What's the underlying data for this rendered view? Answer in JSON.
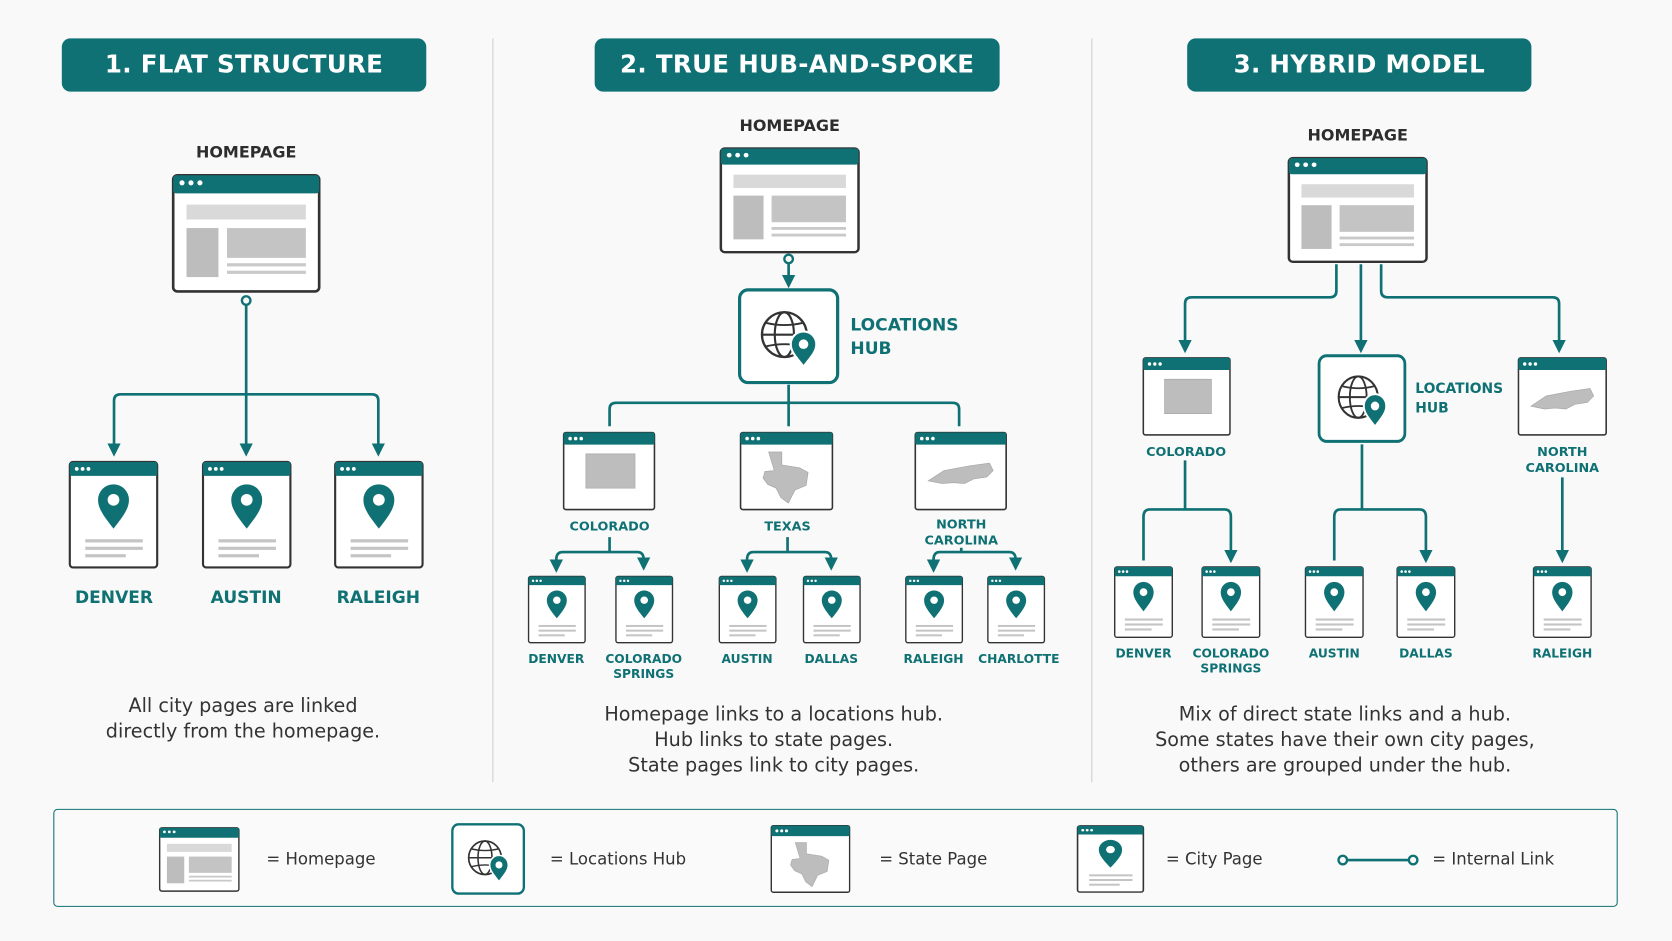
{
  "sections": [
    {
      "title": "1. FLAT STRUCTURE",
      "homepage_label": "HOMEPAGE",
      "cities": [
        "DENVER",
        "AUSTIN",
        "RALEIGH"
      ],
      "description": [
        "All city pages are linked",
        "directly from the homepage."
      ]
    },
    {
      "title": "2. TRUE HUB-AND-SPOKE",
      "homepage_label": "HOMEPAGE",
      "hub_label": [
        "LOCATIONS",
        "HUB"
      ],
      "states": [
        {
          "name": [
            "COLORADO"
          ],
          "cities": [
            [
              "DENVER"
            ],
            [
              "COLORADO",
              "SPRINGS"
            ]
          ]
        },
        {
          "name": [
            "TEXAS"
          ],
          "cities": [
            [
              "AUSTIN"
            ],
            [
              "DALLAS"
            ]
          ]
        },
        {
          "name": [
            "NORTH",
            "CAROLINA"
          ],
          "cities": [
            [
              "RALEIGH"
            ],
            [
              "CHARLOTTE"
            ]
          ]
        }
      ],
      "description": [
        "Homepage links to a locations hub.",
        "Hub links to state pages.",
        "State pages link to city pages."
      ]
    },
    {
      "title": "3. HYBRID MODEL",
      "homepage_label": "HOMEPAGE",
      "hub_label": [
        "LOCATIONS",
        "HUB"
      ],
      "states": [
        {
          "name": [
            "COLORADO"
          ],
          "cities": [
            [
              "DENVER"
            ],
            [
              "COLORADO",
              "SPRINGS"
            ]
          ]
        },
        {
          "name": [
            "NORTH",
            "CAROLINA"
          ],
          "cities": [
            [
              "RALEIGH"
            ]
          ]
        }
      ],
      "hub_cities": [
        [
          "AUSTIN"
        ],
        [
          "DALLAS"
        ]
      ],
      "description": [
        "Mix of direct state links and a hub.",
        "Some states have their own city pages,",
        "others are grouped under the hub."
      ]
    }
  ],
  "legend": {
    "homepage": "= Homepage",
    "hub": "= Locations Hub",
    "state": "= State Page",
    "city": "= City Page",
    "link": "= Internal Link"
  },
  "colors": {
    "teal": "#0f7173",
    "gray": "#bdbdbd",
    "background": "#f9f9f9",
    "text": "#333333"
  },
  "icons": [
    "browser-window-icon",
    "globe-pin-icon",
    "map-pin-icon",
    "colorado-shape-icon",
    "texas-shape-icon",
    "north-carolina-shape-icon"
  ]
}
